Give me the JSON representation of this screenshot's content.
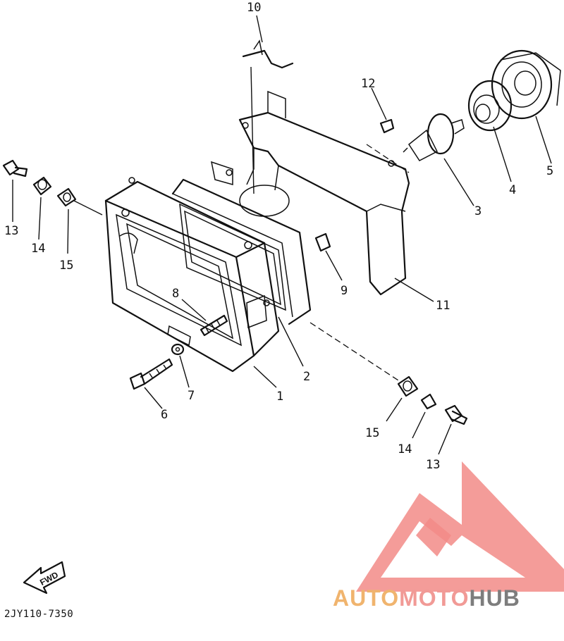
{
  "diagram_code": "2JY110-7350",
  "fwd_label": "FWD",
  "watermark": {
    "part1": "AUTO",
    "part2": "MOTO",
    "part3": "HUB",
    "color1": "#f0b46e",
    "color2": "#f19a96",
    "color3": "#7d7d7d",
    "logo_color": "#f28b87"
  },
  "callouts": {
    "c1": "1",
    "c2": "2",
    "c3": "3",
    "c4": "4",
    "c5": "5",
    "c6": "6",
    "c7": "7",
    "c8": "8",
    "c9": "9",
    "c10": "10",
    "c11": "11",
    "c12": "12",
    "c13_left": "13",
    "c14_left": "14",
    "c15_left": "15",
    "c13_right": "13",
    "c14_right": "14",
    "c15_right": "15"
  }
}
